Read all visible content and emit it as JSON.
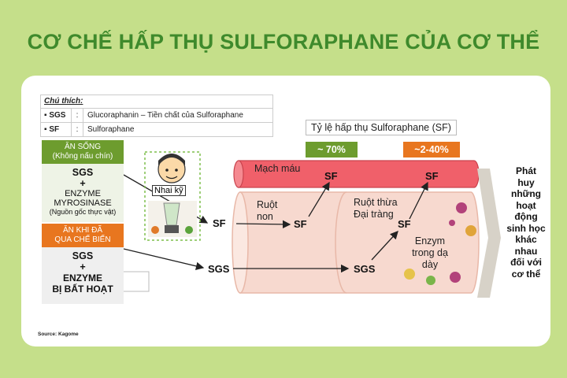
{
  "title": "CƠ CHẾ HẤP THỤ SULFORAPHANE CỦA CƠ THỂ",
  "legend": {
    "heading": "Chú thích:",
    "rows": [
      {
        "key": "SGS",
        "sep": ":",
        "value": "Glucoraphanin – Tiền chất của Sulforaphane"
      },
      {
        "key": "SF",
        "sep": ":",
        "value": "Sulforaphane"
      }
    ]
  },
  "rate": {
    "title": "Tỷ lệ hấp thụ Sulforaphane (SF)",
    "raw_badge": "~ 70%",
    "cooked_badge": "~2-40%",
    "raw_color": "#6d9c2e",
    "cooked_color": "#e8761f"
  },
  "raw": {
    "head_1": "ĂN SỐNG",
    "head_2": "(Không nấu chín)",
    "sgs": "SGS",
    "plus": "+",
    "enzyme_1": "ENZYME",
    "enzyme_2": "MYROSINASE",
    "note": "(Nguồn gốc thực vật)"
  },
  "cooked": {
    "head_1": "ĂN KHI ĐÃ",
    "head_2": "QUA CHẾ BIẾN",
    "sgs": "SGS",
    "plus": "+",
    "enzyme_1": "ENZYME",
    "enzyme_2": "BỊ BẤT HOẠT"
  },
  "chew_label": "Nhai kỹ",
  "flow": {
    "sf_in": "SF",
    "sgs_in": "SGS",
    "sf_small": "SF",
    "sf_blood_1": "SF",
    "sf_blood_2": "SF",
    "sf_colon": "SF",
    "sgs_colon": "SGS"
  },
  "labels": {
    "blood": "Mạch máu",
    "small_1": "Ruột",
    "small_2": "non",
    "colon_1": "Ruột thừa",
    "colon_2": "Đại tràng",
    "enzyme_1": "Enzym",
    "enzyme_2": "trong dạ",
    "enzyme_3": "dày"
  },
  "result": [
    "Phát",
    "huy",
    "những",
    "hoạt",
    "động",
    "sinh học",
    "khác",
    "nhau",
    "đối với",
    "cơ thể"
  ],
  "source": "Source: Kagome",
  "colors": {
    "background": "#c5df8a",
    "title": "#3f8a2c",
    "blood_vessel": "#f0606a",
    "intestine": "#f7d9cf"
  }
}
